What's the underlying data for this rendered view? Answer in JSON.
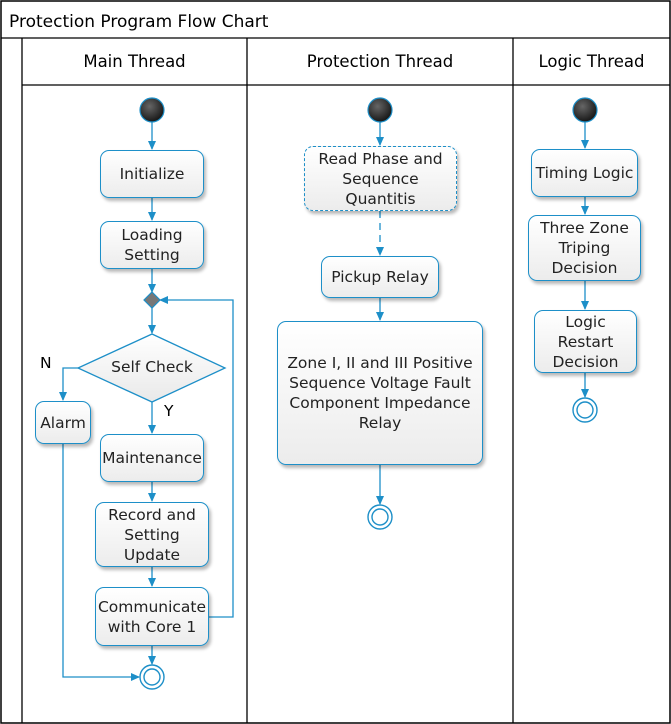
{
  "title": "Protection Program Flow Chart",
  "lanes": {
    "main": "Main Thread",
    "protection": "Protection Thread",
    "logic": "Logic Thread"
  },
  "main": {
    "initialize": "Initialize",
    "loading": "Loading\nSetting",
    "self_check": "Self Check",
    "alarm": "Alarm",
    "maintenance": "Maintenance",
    "record": "Record and\nSetting\nUpdate",
    "communicate": "Communicate\nwith Core 1",
    "branch_n": "N",
    "branch_y": "Y"
  },
  "protection": {
    "read": "Read Phase and\nSequence Quantitis",
    "pickup": "Pickup Relay",
    "zone": "Zone I, II and III Positive\nSequence Voltage Fault\nComponent Impedance\nRelay"
  },
  "logic": {
    "timing": "Timing Logic",
    "three_zone": "Three Zone\nTriping\nDecision",
    "restart": "Logic Restart\nDecision"
  },
  "colors": {
    "accent": "#1d8fc8",
    "border": "#000000"
  }
}
